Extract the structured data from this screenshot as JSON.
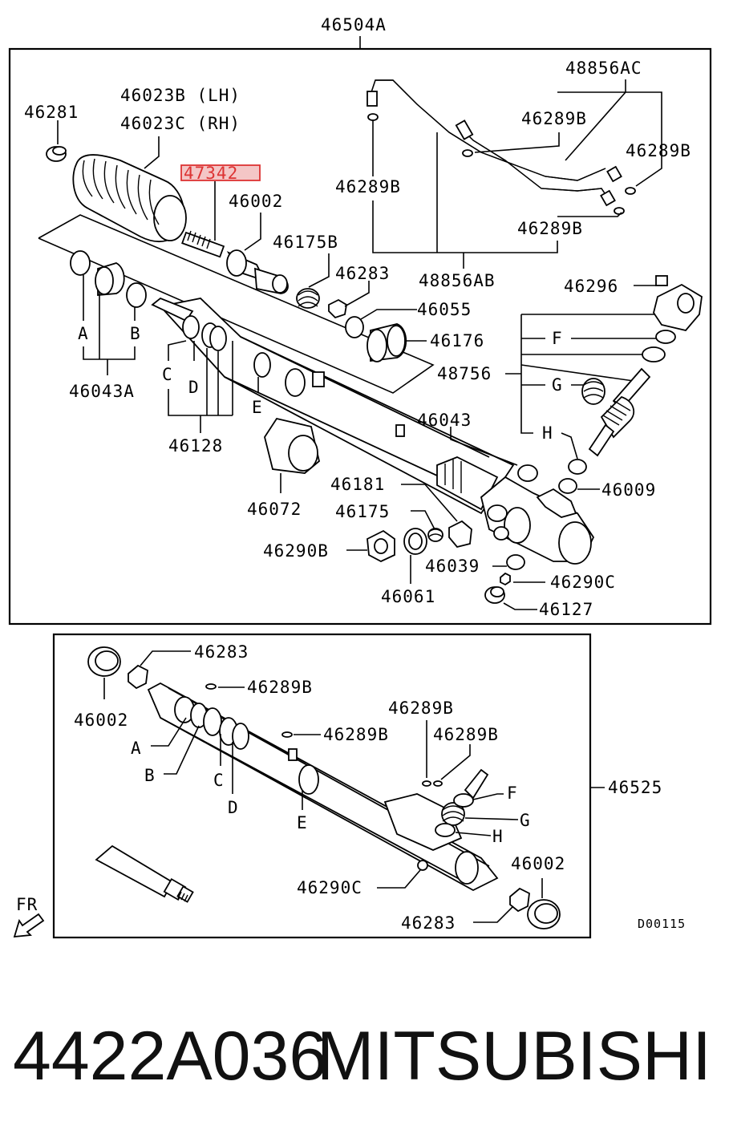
{
  "labels": {
    "l46504A": "46504A",
    "l46281": "46281",
    "l46023B": "46023B (LH)",
    "l46023C": "46023C (RH)",
    "l47342": "47342",
    "l46002a": "46002",
    "l46175B": "46175B",
    "l46283a": "46283",
    "l46055": "46055",
    "l46176": "46176",
    "l48756": "48756",
    "l48856AC": "48856AC",
    "l46289B_a": "46289B",
    "l46289B_b": "46289B",
    "l46289B_c": "46289B",
    "l46289B_d": "46289B",
    "l48856AB": "48856AB",
    "l46296": "46296",
    "lF": "F",
    "lG": "G",
    "lH": "H",
    "lA": "A",
    "lB": "B",
    "l46043A": "46043A",
    "lC": "C",
    "lD": "D",
    "lE": "E",
    "l46128": "46128",
    "l46043": "46043",
    "l46072": "46072",
    "l46181": "46181",
    "l46175": "46175",
    "l46009": "46009",
    "l46290B": "46290B",
    "l46039": "46039",
    "l46290C_a": "46290C",
    "l46061": "46061",
    "l46127": "46127",
    "b46283a": "46283",
    "b46002a": "46002",
    "b46289B_a": "46289B",
    "b46289B_b": "46289B",
    "b46289B_c": "46289B",
    "b46289B_d": "46289B",
    "bA": "A",
    "bB": "B",
    "bC": "C",
    "bD": "D",
    "bE": "E",
    "bF": "F",
    "bG": "G",
    "bH": "H",
    "b46525": "46525",
    "b46002b": "46002",
    "b46290C": "46290C",
    "b46283b": "46283",
    "bFR": "FR",
    "bCode": "D00115"
  },
  "highlight_color": "#dd3333",
  "footer": {
    "part_number": "4422A036",
    "brand": "MITSUBISHI"
  }
}
